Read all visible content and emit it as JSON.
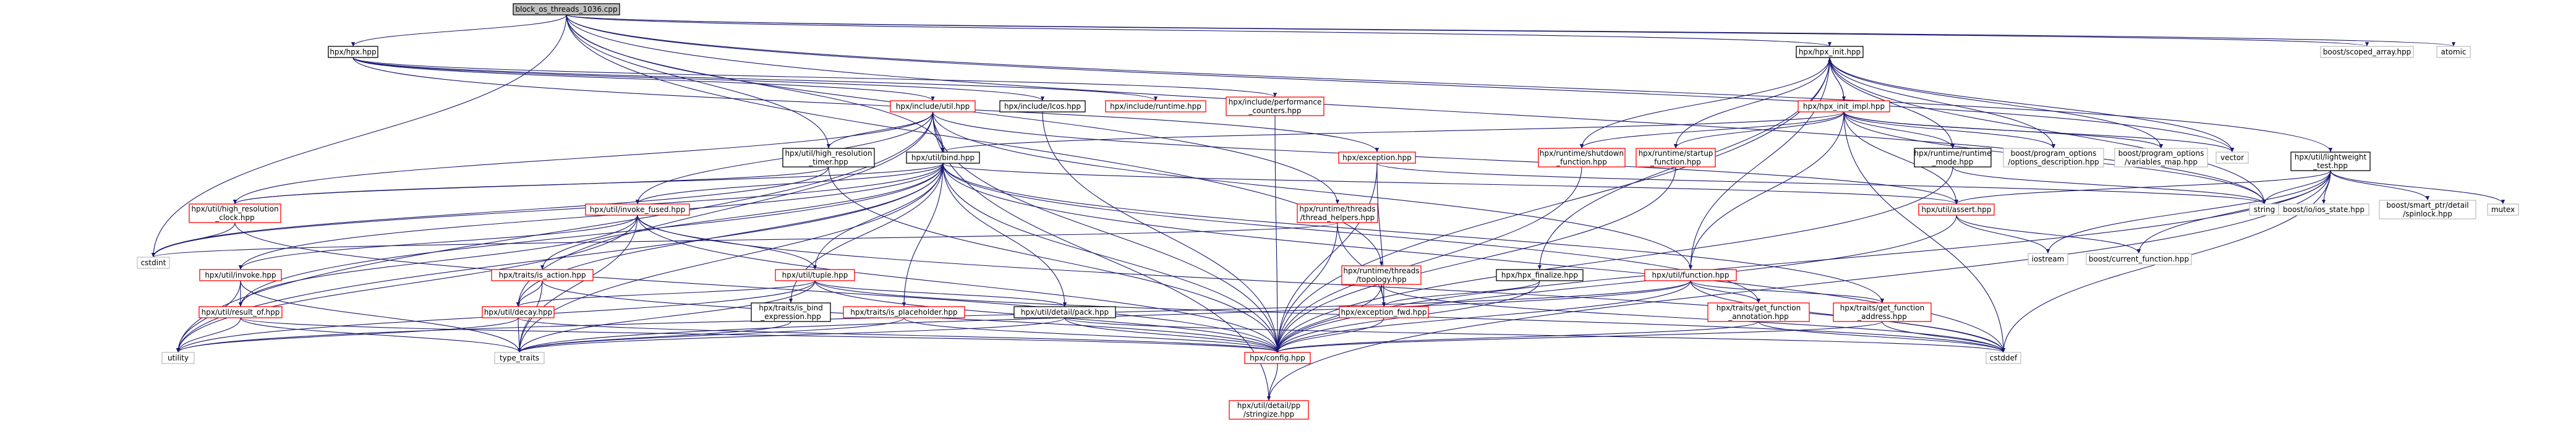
{
  "colors": {
    "edge": "#191970",
    "node_border_normal": "#000000",
    "node_border_red": "#ff0000",
    "node_border_gray": "#bfbfbf",
    "root_fill": "#bfbfbf",
    "node_fill": "#ffffff"
  },
  "nodes": [
    {
      "id": "root",
      "lines": [
        "block_os_threads_1036.cpp"
      ],
      "style": "root"
    },
    {
      "id": "hpx_hpp",
      "lines": [
        "hpx/hpx.hpp"
      ],
      "style": "normal"
    },
    {
      "id": "hpx_init_hpp",
      "lines": [
        "hpx/hpx_init.hpp"
      ],
      "style": "normal"
    },
    {
      "id": "scoped_array",
      "lines": [
        "boost/scoped_array.hpp"
      ],
      "style": "gray"
    },
    {
      "id": "atomic",
      "lines": [
        "atomic"
      ],
      "style": "gray"
    },
    {
      "id": "lightweight_test",
      "lines": [
        "hpx/util/lightweight",
        "_test.hpp"
      ],
      "style": "normal"
    },
    {
      "id": "include_util",
      "lines": [
        "hpx/include/util.hpp"
      ],
      "style": "red"
    },
    {
      "id": "include_lcos",
      "lines": [
        "hpx/include/lcos.hpp"
      ],
      "style": "normal"
    },
    {
      "id": "include_runtime",
      "lines": [
        "hpx/include/runtime.hpp"
      ],
      "style": "red"
    },
    {
      "id": "include_perf",
      "lines": [
        "hpx/include/performance",
        "_counters.hpp"
      ],
      "style": "red"
    },
    {
      "id": "exception_hpp",
      "lines": [
        "hpx/exception.hpp"
      ],
      "style": "red"
    },
    {
      "id": "hpx_init_impl",
      "lines": [
        "hpx/hpx_init_impl.hpp"
      ],
      "style": "red"
    },
    {
      "id": "high_res_timer",
      "lines": [
        "hpx/util/high_resolution",
        "_timer.hpp"
      ],
      "style": "normal"
    },
    {
      "id": "bind_hpp",
      "lines": [
        "hpx/util/bind.hpp"
      ],
      "style": "normal"
    },
    {
      "id": "shutdown_fn",
      "lines": [
        "hpx/runtime/shutdown",
        "_function.hpp"
      ],
      "style": "red"
    },
    {
      "id": "startup_fn",
      "lines": [
        "hpx/runtime/startup",
        "_function.hpp"
      ],
      "style": "red"
    },
    {
      "id": "runtime_mode",
      "lines": [
        "hpx/runtime/runtime",
        "_mode.hpp"
      ],
      "style": "normal"
    },
    {
      "id": "po_desc",
      "lines": [
        "boost/program_options",
        "/options_description.hpp"
      ],
      "style": "gray"
    },
    {
      "id": "po_vmap",
      "lines": [
        "boost/program_options",
        "/variables_map.hpp"
      ],
      "style": "gray"
    },
    {
      "id": "vector",
      "lines": [
        "vector"
      ],
      "style": "gray"
    },
    {
      "id": "string",
      "lines": [
        "string"
      ],
      "style": "gray"
    },
    {
      "id": "assert_hpp",
      "lines": [
        "hpx/util/assert.hpp"
      ],
      "style": "red"
    },
    {
      "id": "io_state",
      "lines": [
        "boost/io/ios_state.hpp"
      ],
      "style": "gray"
    },
    {
      "id": "spinlock",
      "lines": [
        "boost/smart_ptr/detail",
        "/spinlock.hpp"
      ],
      "style": "gray"
    },
    {
      "id": "mutex",
      "lines": [
        "mutex"
      ],
      "style": "gray"
    },
    {
      "id": "iostream",
      "lines": [
        "iostream"
      ],
      "style": "gray"
    },
    {
      "id": "current_fn",
      "lines": [
        "boost/current_function.hpp"
      ],
      "style": "gray"
    },
    {
      "id": "high_res_clock",
      "lines": [
        "hpx/util/high_resolution",
        "_clock.hpp"
      ],
      "style": "red"
    },
    {
      "id": "invoke_fused",
      "lines": [
        "hpx/util/invoke_fused.hpp"
      ],
      "style": "red"
    },
    {
      "id": "thread_helpers",
      "lines": [
        "hpx/runtime/threads",
        "/thread_helpers.hpp"
      ],
      "style": "red"
    },
    {
      "id": "cstdint",
      "lines": [
        "cstdint"
      ],
      "style": "gray"
    },
    {
      "id": "invoke_hpp",
      "lines": [
        "hpx/util/invoke.hpp"
      ],
      "style": "red"
    },
    {
      "id": "is_action",
      "lines": [
        "hpx/traits/is_action.hpp"
      ],
      "style": "red"
    },
    {
      "id": "tuple_hpp",
      "lines": [
        "hpx/util/tuple.hpp"
      ],
      "style": "red"
    },
    {
      "id": "topology",
      "lines": [
        "hpx/runtime/threads",
        "/topology.hpp"
      ],
      "style": "red"
    },
    {
      "id": "hpx_finalize",
      "lines": [
        "hpx/hpx_finalize.hpp"
      ],
      "style": "normal"
    },
    {
      "id": "function_hpp",
      "lines": [
        "hpx/util/function.hpp"
      ],
      "style": "red"
    },
    {
      "id": "result_of",
      "lines": [
        "hpx/util/result_of.hpp"
      ],
      "style": "red"
    },
    {
      "id": "decay_hpp",
      "lines": [
        "hpx/util/decay.hpp"
      ],
      "style": "red"
    },
    {
      "id": "is_bind_expr",
      "lines": [
        "hpx/traits/is_bind",
        "_expression.hpp"
      ],
      "style": "normal"
    },
    {
      "id": "is_placeholder",
      "lines": [
        "hpx/traits/is_placeholder.hpp"
      ],
      "style": "red"
    },
    {
      "id": "pack_hpp",
      "lines": [
        "hpx/util/detail/pack.hpp"
      ],
      "style": "normal"
    },
    {
      "id": "exception_fwd",
      "lines": [
        "hpx/exception_fwd.hpp"
      ],
      "style": "red"
    },
    {
      "id": "get_fn_annotation",
      "lines": [
        "hpx/traits/get_function",
        "_annotation.hpp"
      ],
      "style": "red"
    },
    {
      "id": "get_fn_address",
      "lines": [
        "hpx/traits/get_function",
        "_address.hpp"
      ],
      "style": "red"
    },
    {
      "id": "utility",
      "lines": [
        "utility"
      ],
      "style": "gray"
    },
    {
      "id": "type_traits",
      "lines": [
        "type_traits"
      ],
      "style": "gray"
    },
    {
      "id": "config_hpp",
      "lines": [
        "hpx/config.hpp"
      ],
      "style": "red"
    },
    {
      "id": "cstddef",
      "lines": [
        "cstddef"
      ],
      "style": "gray"
    },
    {
      "id": "stringize",
      "lines": [
        "hpx/util/detail/pp",
        "/stringize.hpp"
      ],
      "style": "red"
    }
  ]
}
